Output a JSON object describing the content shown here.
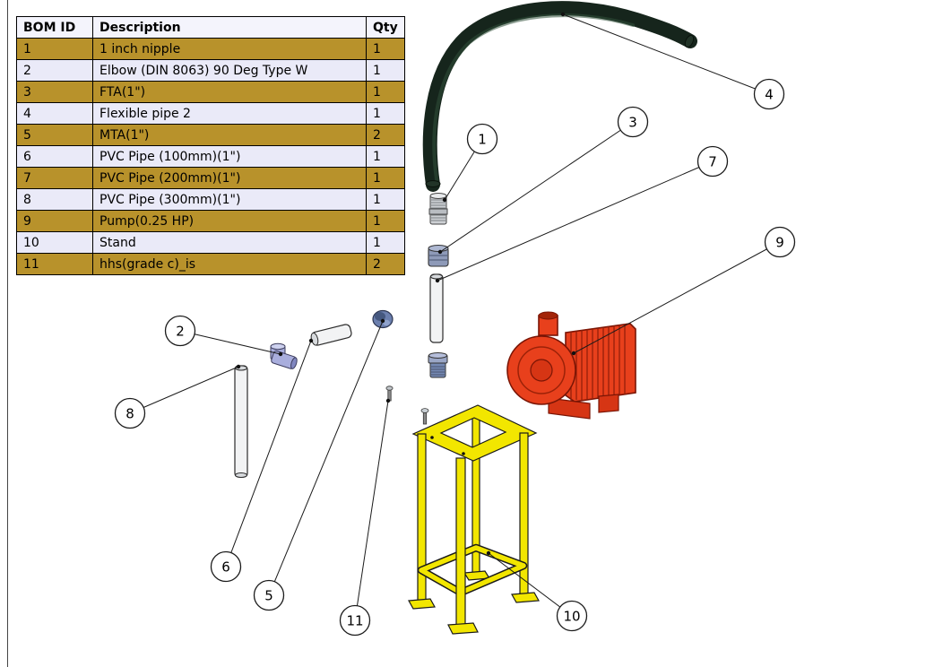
{
  "bom_table": {
    "headers": [
      "BOM ID",
      "Description",
      "Qty"
    ],
    "rows": [
      {
        "id": "1",
        "description": "1 inch nipple",
        "qty": "1"
      },
      {
        "id": "2",
        "description": "Elbow (DIN 8063) 90 Deg Type W",
        "qty": "1"
      },
      {
        "id": "3",
        "description": "FTA(1\")",
        "qty": "1"
      },
      {
        "id": "4",
        "description": "Flexible pipe 2",
        "qty": "1"
      },
      {
        "id": "5",
        "description": "MTA(1\")",
        "qty": "2"
      },
      {
        "id": "6",
        "description": "PVC Pipe (100mm)(1\")",
        "qty": "1"
      },
      {
        "id": "7",
        "description": "PVC Pipe (200mm)(1\")",
        "qty": "1"
      },
      {
        "id": "8",
        "description": "PVC Pipe (300mm)(1\")",
        "qty": "1"
      },
      {
        "id": "9",
        "description": "Pump(0.25 HP)",
        "qty": "1"
      },
      {
        "id": "10",
        "description": "Stand",
        "qty": "1"
      },
      {
        "id": "11",
        "description": "hhs(grade c)_is",
        "qty": "2"
      }
    ]
  },
  "callouts": [
    {
      "label": "1"
    },
    {
      "label": "2"
    },
    {
      "label": "3"
    },
    {
      "label": "4"
    },
    {
      "label": "5"
    },
    {
      "label": "6"
    },
    {
      "label": "7"
    },
    {
      "label": "8"
    },
    {
      "label": "9"
    },
    {
      "label": "10"
    },
    {
      "label": "11"
    }
  ],
  "colors": {
    "row_gold": "#b8922b",
    "row_lavender": "#eaeaf8",
    "header_bg": "#f4f4fc",
    "pump_red": "#e8401c",
    "pump_dark": "#d63514",
    "stand_yellow": "#f2e600",
    "hose_dark": "#16251c"
  }
}
